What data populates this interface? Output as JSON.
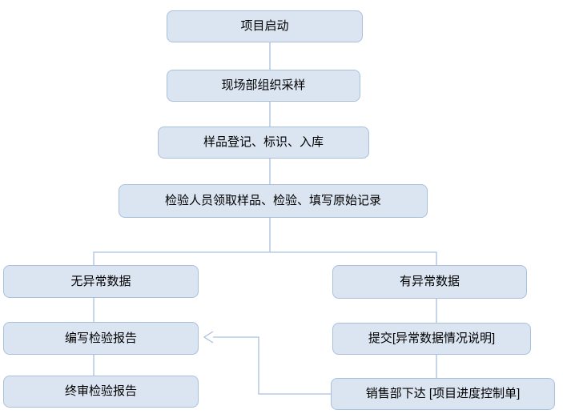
{
  "diagram": {
    "nodes": [
      {
        "id": "project-start",
        "label": "项目启动"
      },
      {
        "id": "field-sampling",
        "label": "现场部组织采样"
      },
      {
        "id": "sample-registration",
        "label": "样品登记、标识、入库"
      },
      {
        "id": "inspection-record",
        "label": "检验人员领取样品、检验、填写原始记录"
      },
      {
        "id": "no-abnormal-data",
        "label": "无异常数据"
      },
      {
        "id": "abnormal-data",
        "label": "有异常数据"
      },
      {
        "id": "write-report",
        "label": "编写检验报告"
      },
      {
        "id": "final-review",
        "label": "终审检验报告"
      },
      {
        "id": "submit-explanation",
        "label": "提交[异常数据情况说明]"
      },
      {
        "id": "sales-control",
        "label": "销售部下达 [项目进度控制单]"
      }
    ],
    "colors": {
      "node_fill": "#dbe5f1",
      "node_border": "#a9c0dd",
      "connector": "#a9c0dd",
      "text": "#000000",
      "background": "#ffffff"
    }
  }
}
